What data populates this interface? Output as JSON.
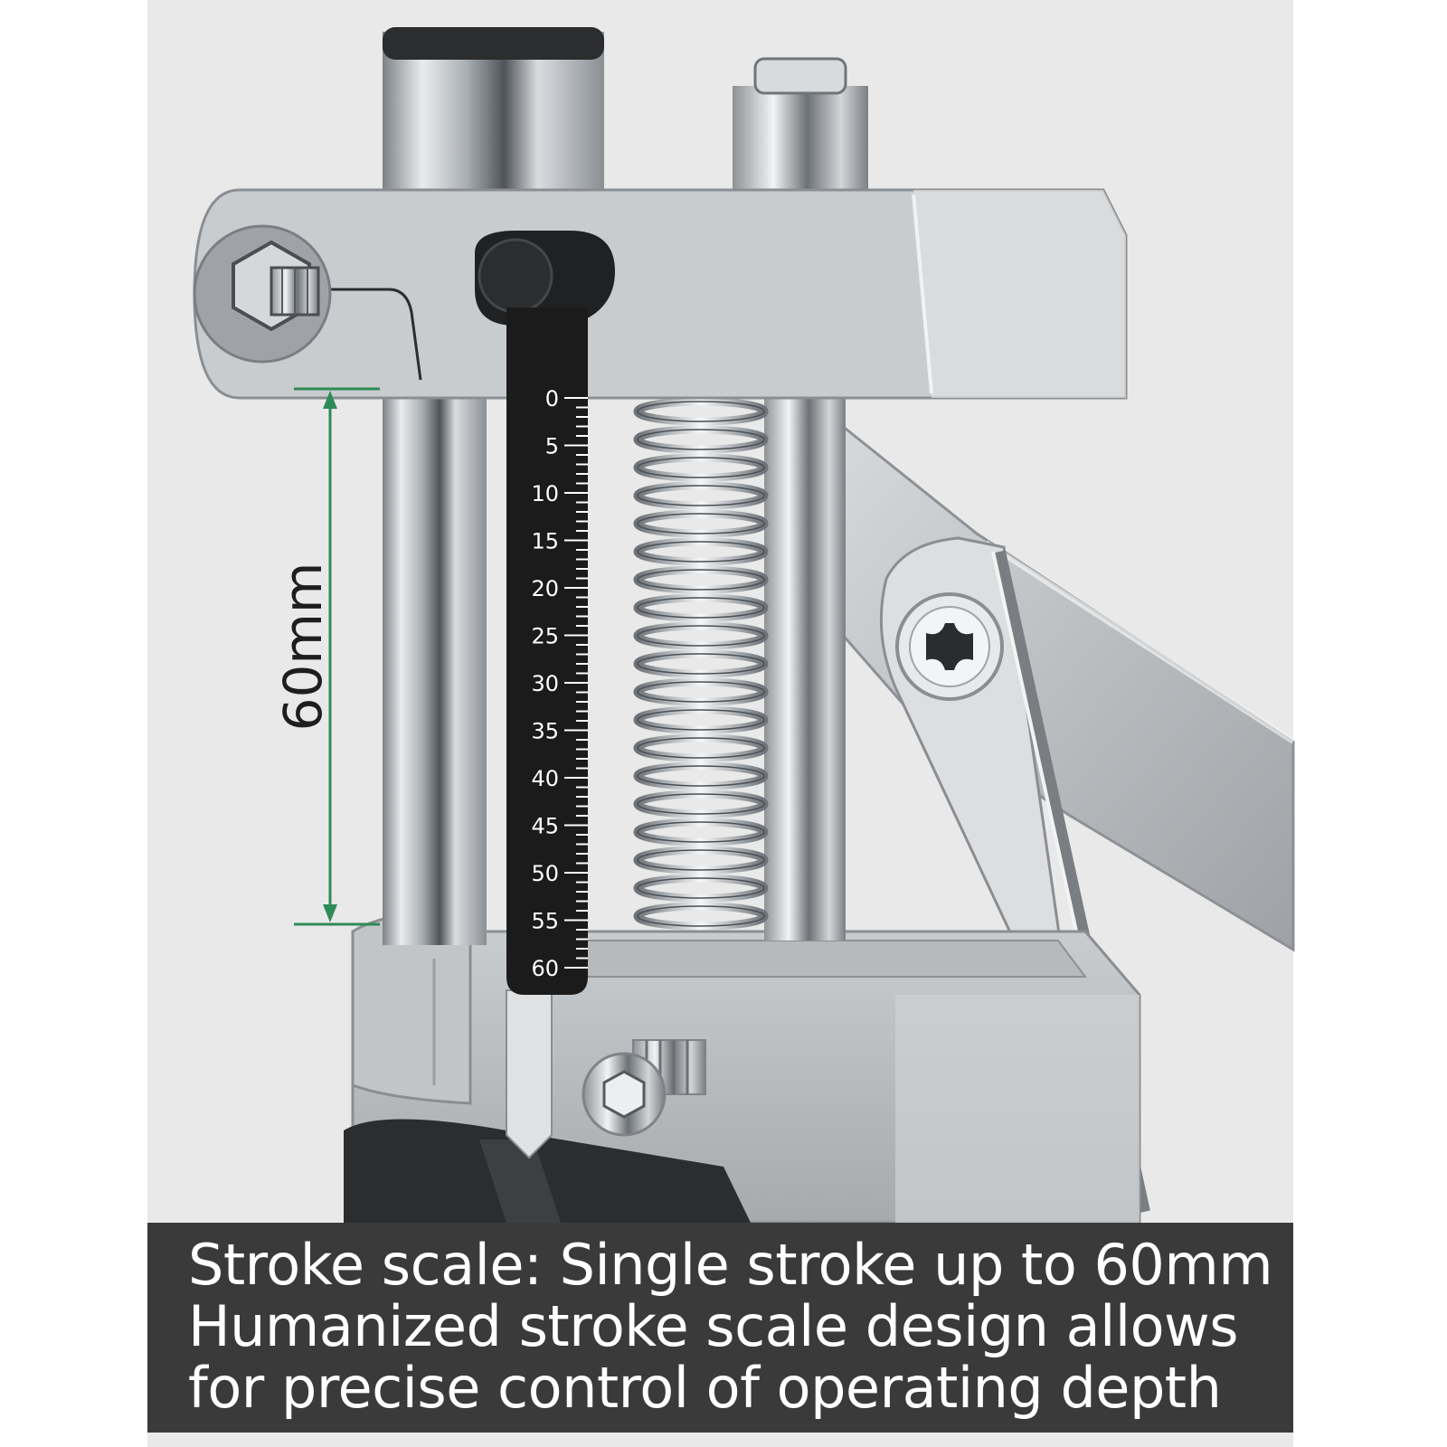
{
  "dimension": {
    "label": "60mm",
    "color": "#2e8b57"
  },
  "scale": {
    "labels": [
      "0",
      "5",
      "10",
      "15",
      "20",
      "25",
      "30",
      "35",
      "40",
      "45",
      "50",
      "55",
      "60"
    ],
    "min": 0,
    "max": 60,
    "step": 5
  },
  "caption": {
    "line1": "Stroke scale: Single stroke up to 60mm",
    "line2": "Humanized stroke scale design allows",
    "line3": "for precise control of operating depth"
  },
  "colors": {
    "background": "#e9e9e9",
    "caption_bg": "#3a3a3a",
    "scale_bar": "#1b1b1b",
    "metal": "#b8bcc0",
    "arrow": "#2e8b57"
  }
}
